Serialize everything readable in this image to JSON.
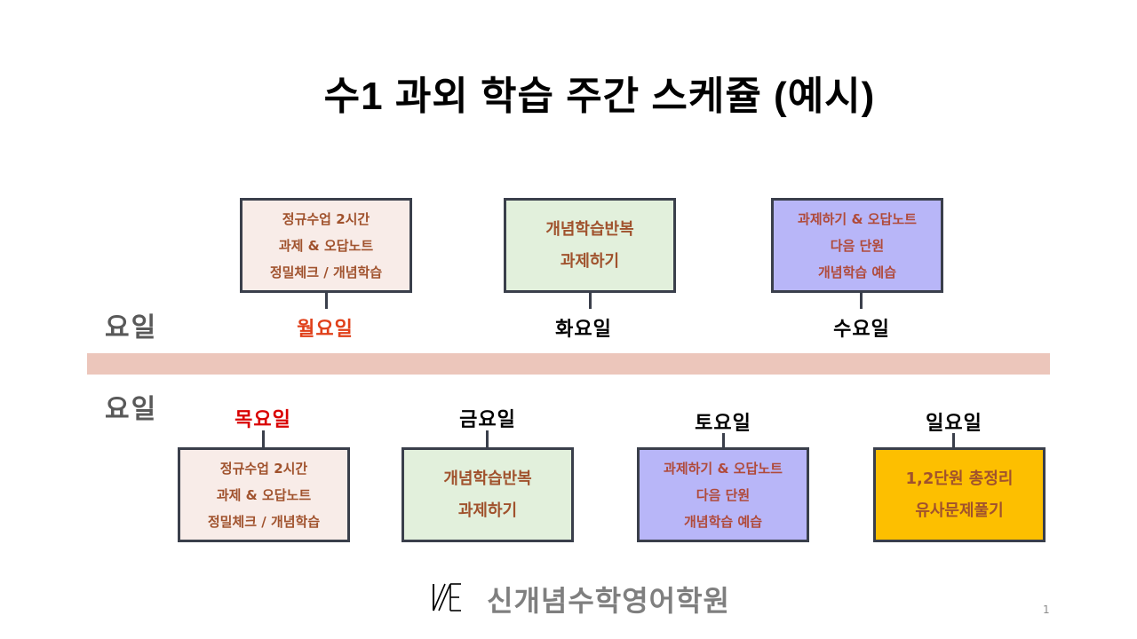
{
  "title": "수1 과외 학습 주간 스케쥴 (예시)",
  "row_labels": [
    "요일",
    "요일"
  ],
  "colors": {
    "divider": "#ecc6bb",
    "border": "#3a3f4b",
    "box_text": "#a0522d",
    "pink_box": "#f8ece8",
    "green_box": "#e2f0dc",
    "purple_box": "#b8b6f8",
    "yellow_box": "#fdbf00",
    "monday_label": "#e0401a",
    "thursday_label": "#d90000"
  },
  "top_row": [
    {
      "day": "월요일",
      "lines": [
        "정규수업 2시간",
        "과제 & 오답노트",
        "정밀체크 / 개념학습"
      ]
    },
    {
      "day": "화요일",
      "lines": [
        "개념학습반복",
        "과제하기"
      ]
    },
    {
      "day": "수요일",
      "lines": [
        "과제하기 & 오답노트",
        "다음 단원",
        "개념학습 예습"
      ]
    }
  ],
  "bottom_row": [
    {
      "day": "목요일",
      "lines": [
        "정규수업 2시간",
        "과제 & 오답노트",
        "정밀체크 / 개념학습"
      ]
    },
    {
      "day": "금요일",
      "lines": [
        "개념학습반복",
        "과제하기"
      ]
    },
    {
      "day": "토요일",
      "lines": [
        "과제하기 & 오답노트",
        "다음 단원",
        "개념학습 예습"
      ]
    },
    {
      "day": "일요일",
      "lines": [
        "1,2단원 총정리",
        "유사문제풀기"
      ]
    }
  ],
  "footer": {
    "logo_text": "NE",
    "academy_name": "신개념수학영어학원"
  },
  "page_number": "1"
}
